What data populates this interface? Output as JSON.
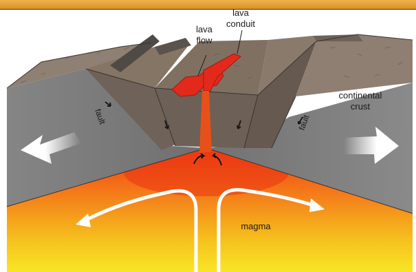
{
  "labels": {
    "lava_conduit_line1": "lava",
    "lava_conduit_line2": "conduit",
    "lava_flow_line1": "lava",
    "lava_flow_line2": "flow",
    "continental_crust_line1": "continental",
    "continental_crust_line2": "crust",
    "fault_left": "fault",
    "fault_right": "fault",
    "magma": "magma"
  },
  "colors": {
    "top_banner": "#e8a63a",
    "crust_side": "#7d7d7d",
    "crust_top": "#8c7b6c",
    "block_face": "#6e6259",
    "lava": "#e0281a",
    "magma_top": "#f04a10",
    "magma_bottom": "#f7e020",
    "arrow": "#ffffff"
  }
}
